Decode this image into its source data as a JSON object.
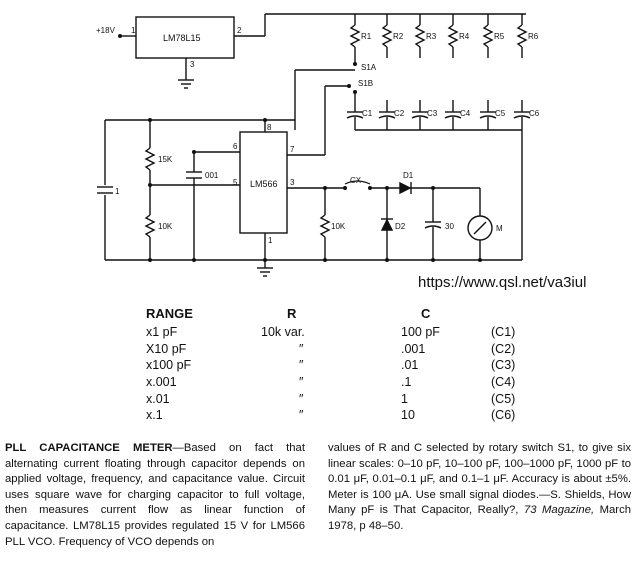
{
  "schematic": {
    "supply_label": "+18V",
    "regulator_label": "LM78L15",
    "regulator_pin_in": "1",
    "regulator_pin_out": "2",
    "regulator_pin_gnd": "3",
    "pll_label": "LM566",
    "pll_pins": {
      "p8": "8",
      "p6": "6",
      "p7": "7",
      "p5": "5",
      "p3": "3",
      "p1": "1"
    },
    "resistors": [
      "R1",
      "R2",
      "R3",
      "R4",
      "R5",
      "R6"
    ],
    "capacitors": [
      "C1",
      "C2",
      "C3",
      "C4",
      "C5",
      "C6"
    ],
    "switch_a": "S1A",
    "switch_b": "S1B",
    "left_cap": "1",
    "r_15k": "15K",
    "r_10k_left": "10K",
    "c_001": "001",
    "r_10k_out": "10K",
    "cx": "CX",
    "d1": "D1",
    "d2": "D2",
    "cap_30": "30",
    "meter": "M"
  },
  "watermark": "https://www.qsl.net/va3iul",
  "table": {
    "headers": [
      "RANGE",
      "R",
      "C"
    ],
    "rows": [
      {
        "range": "x1 pF",
        "r": "10k var.",
        "c": "100 pF",
        "cap": "(C1)"
      },
      {
        "range": "X10 pF",
        "r": "″",
        "c": ".001",
        "cap": "(C2)"
      },
      {
        "range": "x100 pF",
        "r": "″",
        "c": ".01",
        "cap": "(C3)"
      },
      {
        "range": "x.001",
        "r": "″",
        "c": ".1",
        "cap": "(C4)"
      },
      {
        "range": "x.01",
        "r": "″",
        "c": "1",
        "cap": "(C5)"
      },
      {
        "range": "x.1",
        "r": "″",
        "c": "10",
        "cap": "(C6)"
      }
    ]
  },
  "caption": {
    "title": "PLL CAPACITANCE METER",
    "left_text": "—Based on fact that alternating current floating through capacitor depends on applied voltage, frequency, and capacitance value. Circuit uses square wave for charging capacitor to full voltage, then measures current flow as linear function of capacitance. LM78L15 provides regulated 15 V for LM566 PLL VCO. Frequency of VCO depends on",
    "right_text": "values of R and C selected by rotary switch S1, to give six linear scales: 0–10 pF, 10–100 pF, 100–1000 pF, 1000 pF to 0.01 μF, 0.01–0.1 μF, and 0.1–1 μF. Accuracy is about ±5%. Meter is 100 μA. Use small signal diodes.—S. Shields, How Many pF is That Capacitor, Really?,",
    "magazine_num": "73",
    "magazine_name": "Magazine,",
    "right_tail": "March 1978, p 48–50."
  }
}
